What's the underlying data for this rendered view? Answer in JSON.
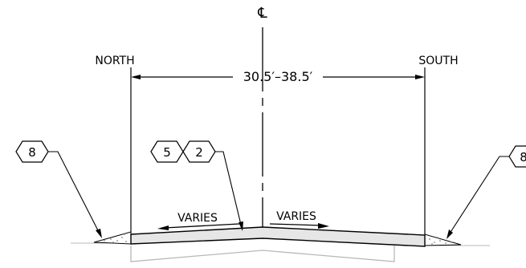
{
  "centerline_symbol": "℄",
  "labels": {
    "north": "NORTH",
    "south": "SOUTH",
    "width_dimension": "30.5′–38.5′",
    "slope_left": "VARIES",
    "slope_right": "VARIES"
  },
  "callouts": {
    "left_shoulder": "8",
    "center_a": "5",
    "center_b": "2",
    "right_shoulder": "8"
  },
  "colors": {
    "ink": "#000000",
    "pavement_fill": "#e6e6e6",
    "subgrade_line": "#b8b8b8",
    "hatch": "#888888"
  }
}
